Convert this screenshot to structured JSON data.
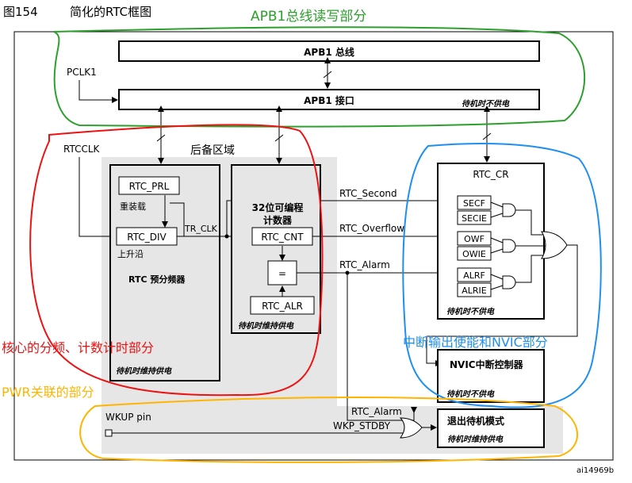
{
  "figure": {
    "label": "图154",
    "caption": "简化的RTC框图",
    "id": "ai14969b"
  },
  "apb1": {
    "bus": "APB1 总线",
    "interface": "APB1 接口",
    "no_power": "待机时不供电",
    "pclk": "PCLK1"
  },
  "backup": {
    "title": "后备区域",
    "rtcclk": "RTCCLK",
    "prl": "RTC_PRL",
    "reload": "重装载",
    "div": "RTC_DIV",
    "rising": "上升沿",
    "tr_clk": "TR_CLK",
    "prescaler": "RTC 预分频器",
    "maintained_left": "待机时维持供电",
    "counter_title_1": "32位可编程",
    "counter_title_2": "计数器",
    "cnt": "RTC_CNT",
    "eq": "=",
    "alr": "RTC_ALR",
    "maintained_mid": "待机时维持供电"
  },
  "signals": {
    "second": "RTC_Second",
    "overflow": "RTC_Overflow",
    "alarm": "RTC_Alarm",
    "alarm2": "RTC_Alarm",
    "wkp": "WKP_STDBY",
    "wkup": "WKUP pin"
  },
  "cr": {
    "title": "RTC_CR",
    "secf": "SECF",
    "secie": "SECIE",
    "owf": "OWF",
    "owie": "OWIE",
    "alrf": "ALRF",
    "alrie": "ALRIE",
    "no_power": "待机时不供电"
  },
  "nvic": {
    "title": "NVIC中断控制器",
    "no_power": "待机时不供电"
  },
  "exit": {
    "title": "退出待机模式",
    "maintained": "待机时维持供电"
  },
  "annotations": {
    "apb": "APB1总线读写部分",
    "core": "核心的分频、计数计时部分",
    "interrupt": "中断输出使能和NVIC部分",
    "pwr": "PWR关联的部分"
  },
  "colors": {
    "green": "#2ca02c",
    "red": "#ee1111",
    "blue": "#1e8ff0",
    "orange": "#ffb400",
    "gray": "#e6e6e6"
  }
}
